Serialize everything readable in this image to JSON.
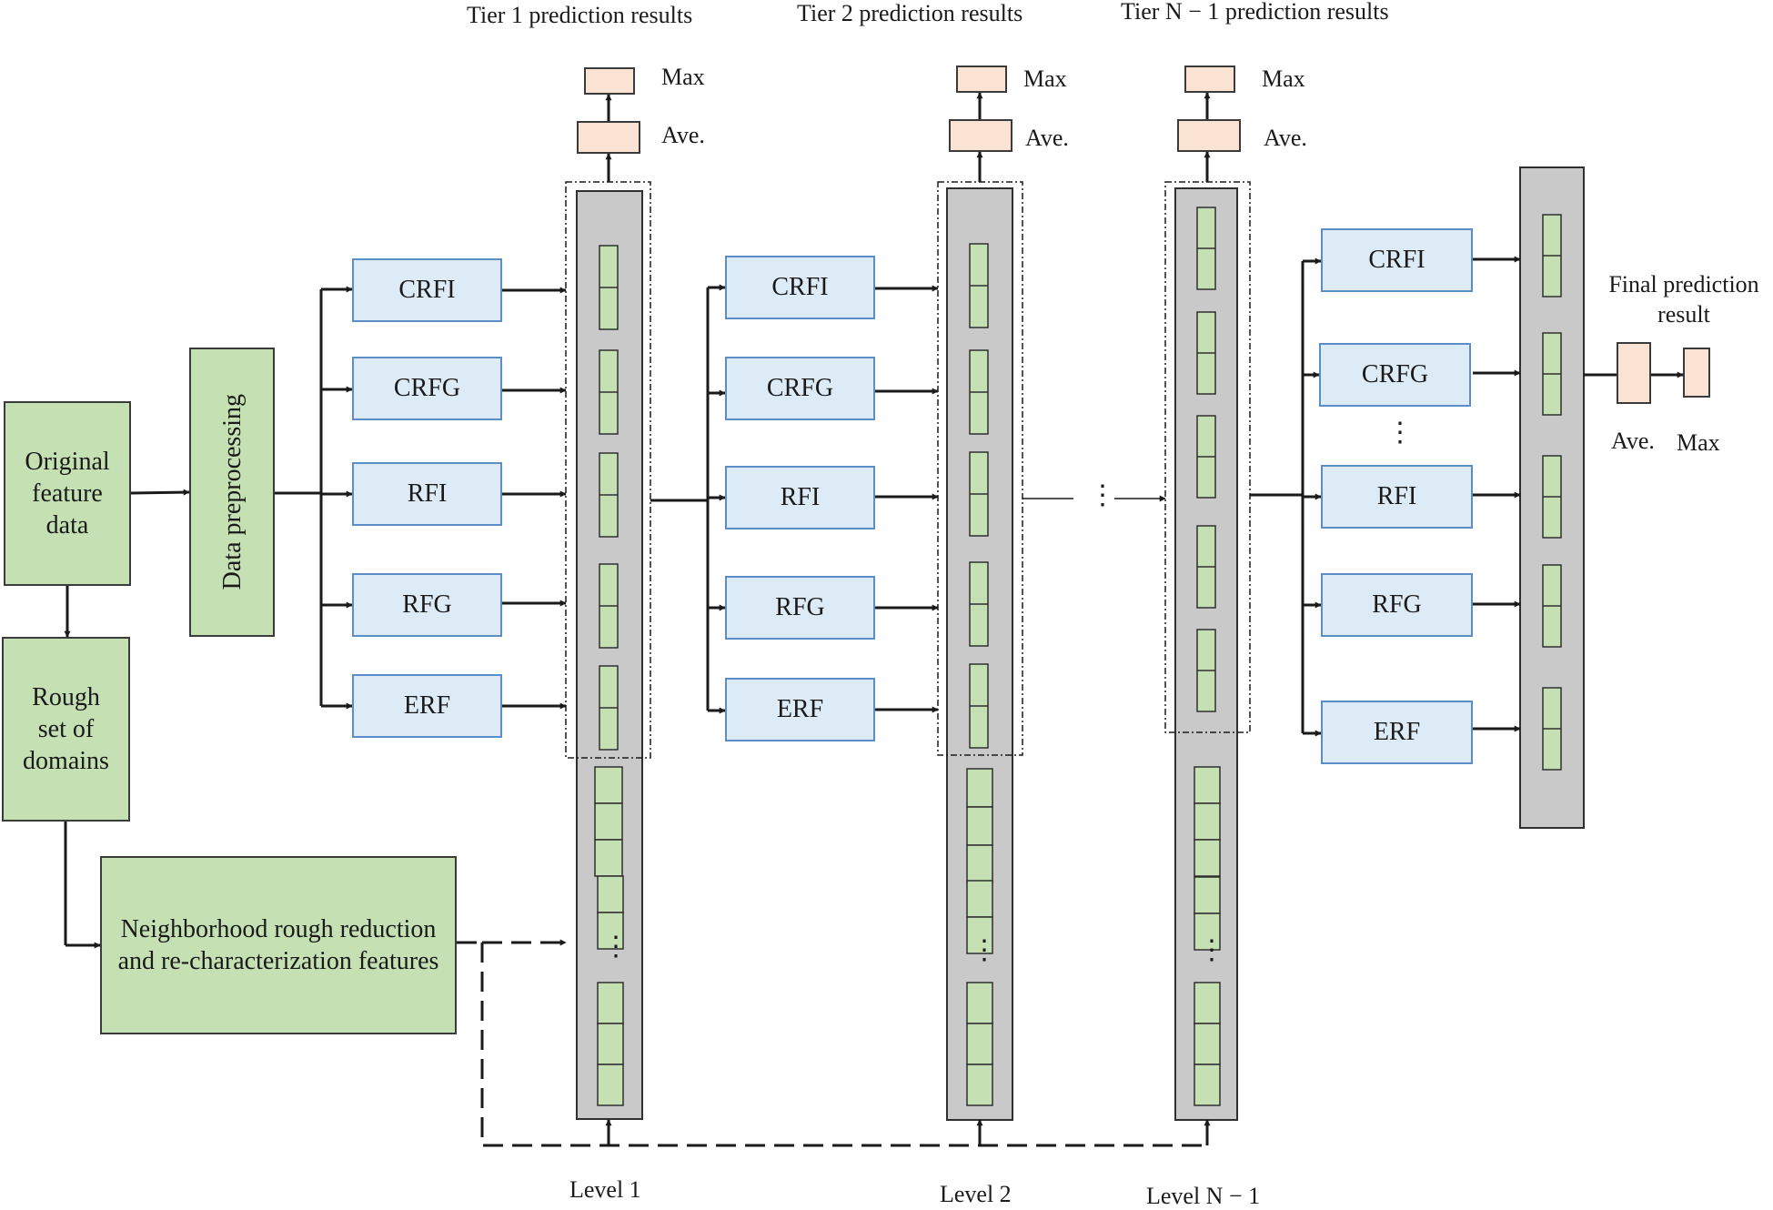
{
  "nodes": {
    "original": "Original feature data",
    "preprocess": "Data preprocessing",
    "rough": "Rough set of domains",
    "neighborhood": "Neighborhood rough reduction and re-characterization features"
  },
  "models": [
    "CRFI",
    "CRFG",
    "RFI",
    "RFG",
    "ERF"
  ],
  "tiers": {
    "tier1": "Tier 1 prediction results",
    "tier2": "Tier 2 prediction results",
    "tierN1": "Tier N − 1 prediction results"
  },
  "outputs": {
    "max": "Max",
    "ave": "Ave."
  },
  "final": "Final prediction result",
  "levels": {
    "l1": "Level 1",
    "l2": "Level 2",
    "lN1": "Level N − 1"
  },
  "ellipsis": "⋮",
  "colors": {
    "green": "#c5e0b3",
    "blue": "#ddebf7",
    "blue_border": "#5b8ec7",
    "output": "#fbe3d3",
    "column": "#c9c9c9"
  }
}
